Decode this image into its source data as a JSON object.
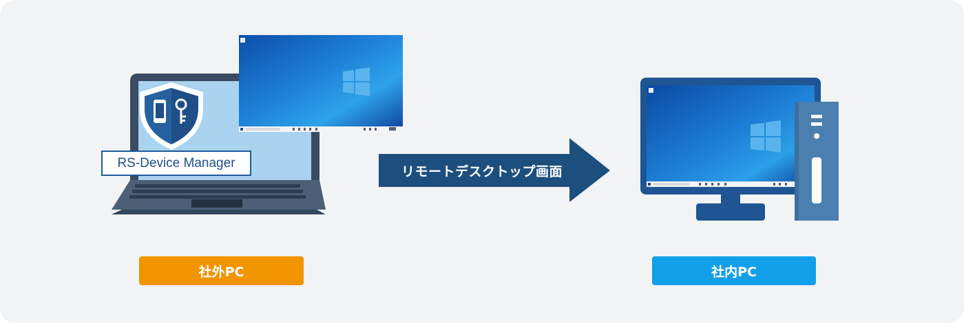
{
  "app_badge": {
    "label": "RS-Device Manager"
  },
  "flow": {
    "label": "リモートデスクトップ画面"
  },
  "devices": {
    "external": {
      "label": "社外PC"
    },
    "internal": {
      "label": "社内PC"
    }
  },
  "icons": {
    "laptop": "laptop-icon",
    "shield": "shield-icon",
    "desktop_window": "windows-desktop-icon",
    "arrow": "arrow-right-icon",
    "monitor": "monitor-icon",
    "tower": "pc-tower-icon"
  },
  "colors": {
    "background": "#f2f3f5",
    "navy": "#1f4f86",
    "arrow": "#1d4f7e",
    "external_pill": "#f09400",
    "internal_pill": "#14a0e8"
  }
}
